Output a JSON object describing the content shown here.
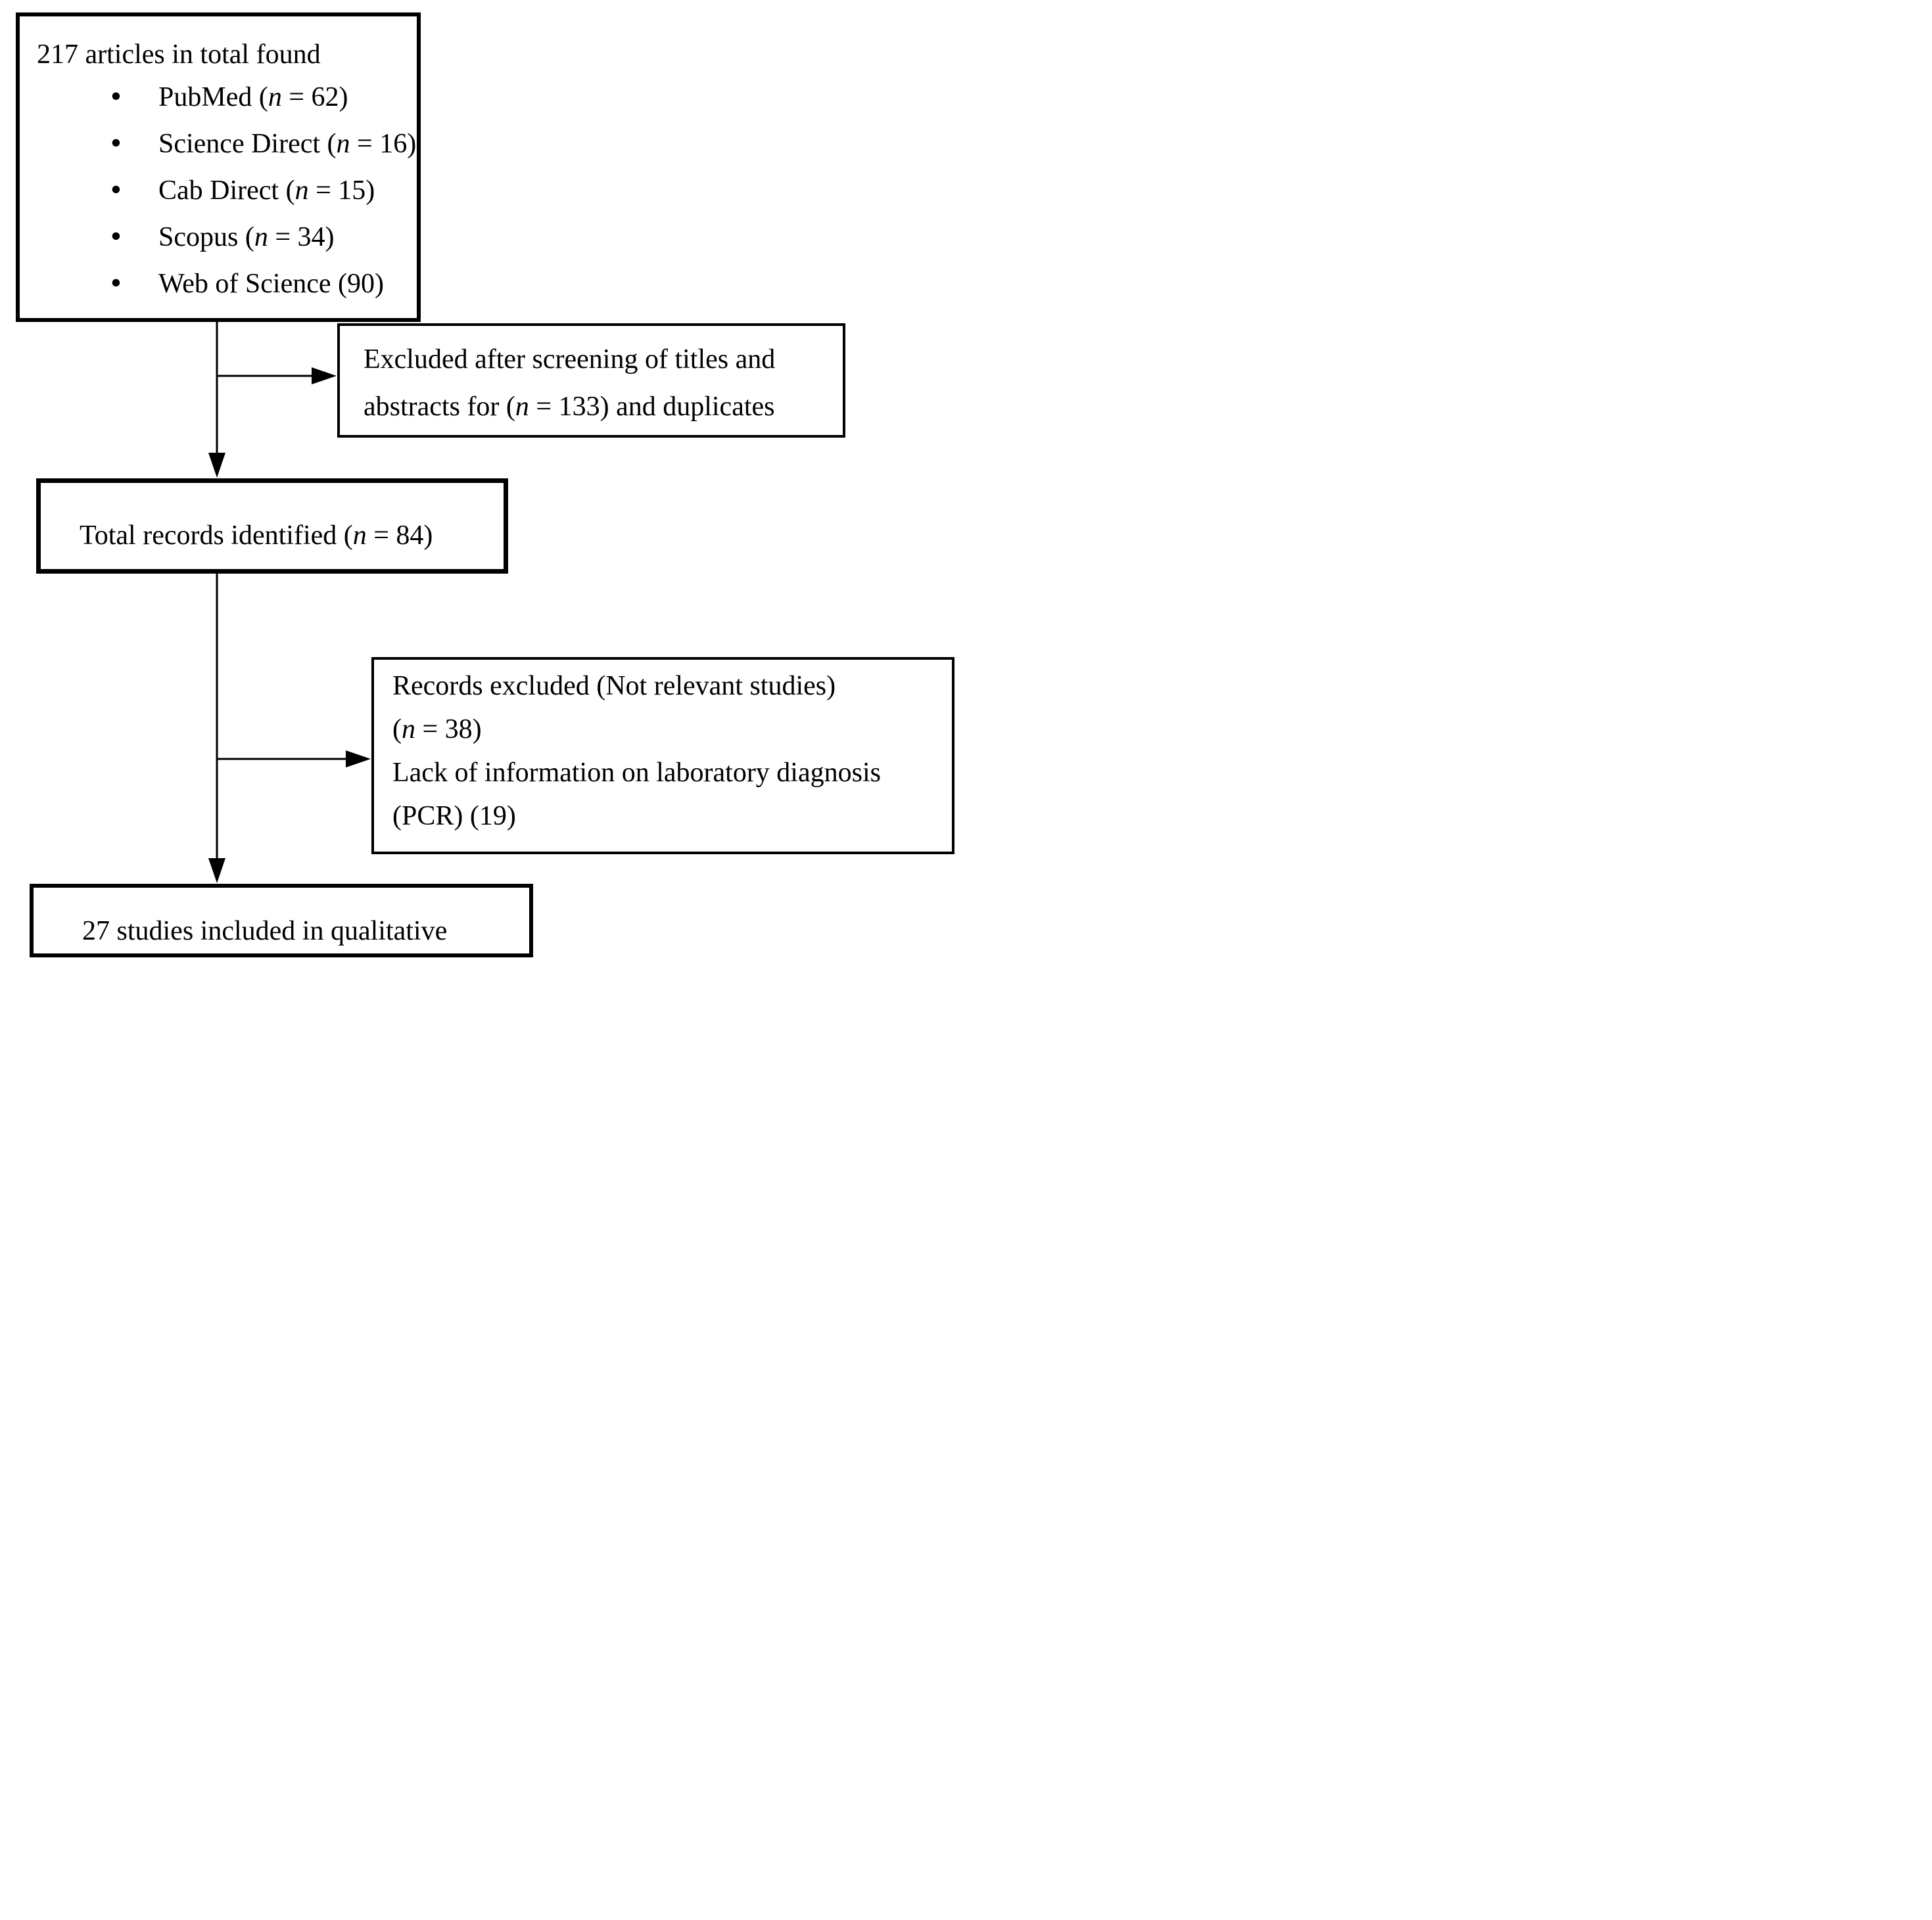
{
  "figure": {
    "background_color": "#ffffff",
    "line_color": "#000000",
    "text_color": "#000000"
  },
  "boxes": {
    "found": {
      "title": "217 articles in total found",
      "bullet_glyph": "•",
      "items": [
        {
          "pre": "PubMed (",
          "var": "n",
          "post": " = 62)"
        },
        {
          "pre": "Science Direct (",
          "var": "n",
          "post": " = 16)"
        },
        {
          "pre": "Cab Direct (",
          "var": "n",
          "post": " = 15)"
        },
        {
          "pre": "Scopus (",
          "var": "n",
          "post": " = 34)"
        },
        {
          "pre": "Web of Science (90)",
          "var": "",
          "post": ""
        }
      ]
    },
    "excluded_screening": {
      "lines": [
        {
          "pre": "Excluded after screening of titles and",
          "var": "",
          "post": ""
        },
        {
          "pre": "abstracts for (",
          "var": "n",
          "post": " = 133) and duplicates"
        }
      ]
    },
    "total_records": {
      "lines": [
        {
          "pre": "Total records identified (",
          "var": "n",
          "post": " = 84)"
        }
      ]
    },
    "records_excluded": {
      "lines": [
        {
          "pre": "Records excluded (Not relevant studies)",
          "var": "",
          "post": ""
        },
        {
          "pre": "(",
          "var": "n",
          "post": " = 38)"
        },
        {
          "pre": "Lack of information on laboratory diagnosis",
          "var": "",
          "post": ""
        },
        {
          "pre": "(PCR) (19)",
          "var": "",
          "post": ""
        }
      ]
    },
    "included": {
      "lines": [
        {
          "pre": "27 studies included in qualitative",
          "var": "",
          "post": ""
        }
      ]
    }
  }
}
